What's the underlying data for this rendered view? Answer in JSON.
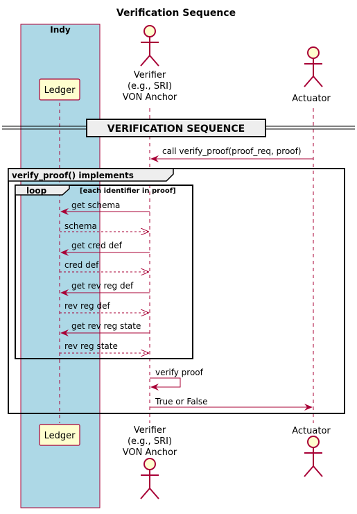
{
  "title": "Verification Sequence",
  "box": {
    "label": "Indy",
    "color": "#ADD8E6"
  },
  "participants": {
    "ledger": "Ledger",
    "verifier": [
      "Verifier",
      "(e.g., SRI)",
      "VON Anchor"
    ],
    "actuator": "Actuator"
  },
  "divider": "VERIFICATION SEQUENCE",
  "group": {
    "label": "verify_proof() implements"
  },
  "loop": {
    "label": "loop",
    "condition": "[each identifier in proof]"
  },
  "messages": [
    {
      "text": "call verify_proof(proof_req, proof)",
      "style": "solid"
    },
    {
      "text": "get schema",
      "style": "solid"
    },
    {
      "text": "schema",
      "style": "dashed"
    },
    {
      "text": "get cred def",
      "style": "solid"
    },
    {
      "text": "cred def",
      "style": "dashed"
    },
    {
      "text": "get rev reg def",
      "style": "solid"
    },
    {
      "text": "rev reg def",
      "style": "dashed"
    },
    {
      "text": "get rev reg state",
      "style": "solid"
    },
    {
      "text": "rev reg state",
      "style": "dashed"
    },
    {
      "text": "verify proof",
      "style": "self"
    },
    {
      "text": "True or False",
      "style": "solid"
    }
  ],
  "colors": {
    "line": "#A80036",
    "participant_fill": "#FEFECE",
    "divider_fill": "#EEEEEE"
  }
}
